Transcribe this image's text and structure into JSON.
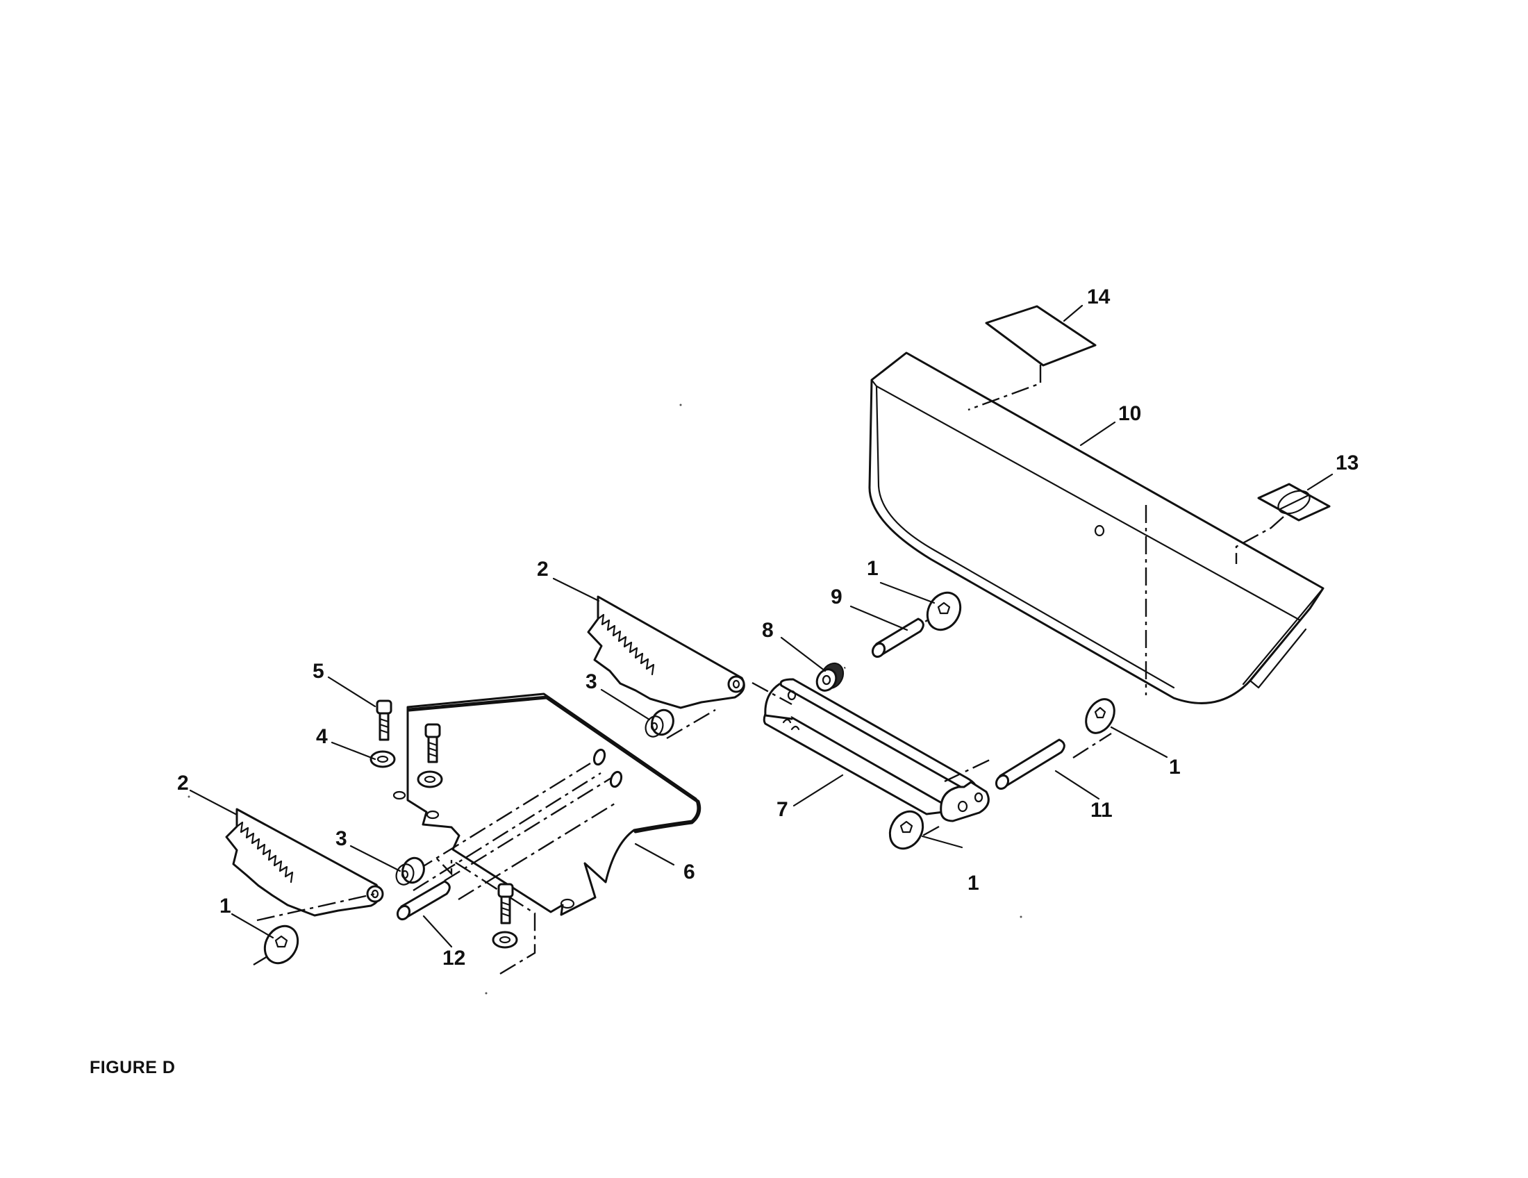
{
  "figure_label": "FIGURE D",
  "callouts": {
    "c1a": "1",
    "c1b": "1",
    "c1c": "1",
    "c1d": "1",
    "c2a": "2",
    "c2b": "2",
    "c3a": "3",
    "c3b": "3",
    "c4": "4",
    "c5": "5",
    "c6": "6",
    "c7": "7",
    "c8": "8",
    "c9": "9",
    "c10": "10",
    "c11": "11",
    "c12": "12",
    "c13": "13",
    "c14": "14"
  }
}
